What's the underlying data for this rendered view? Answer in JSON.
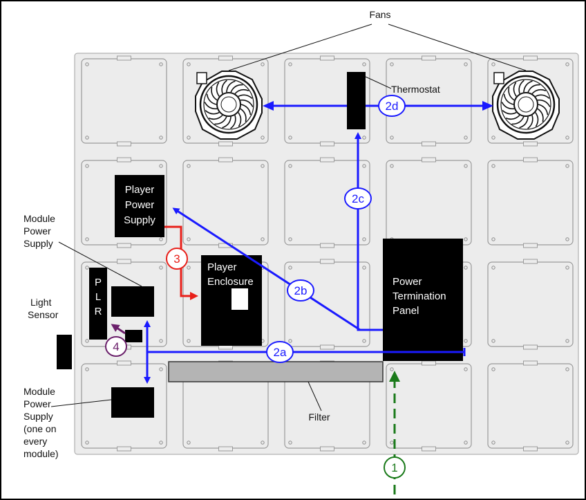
{
  "labels": {
    "fans": "Fans",
    "thermostat": "Thermostat",
    "player_power_supply": [
      "Player",
      "Power",
      "Supply"
    ],
    "player_enclosure": [
      "Player",
      "Enclosure"
    ],
    "power_termination_panel": [
      "Power",
      "Termination",
      "Panel"
    ],
    "module_power_supply_top": [
      "Module",
      "Power",
      "Supply"
    ],
    "plr": [
      "P",
      "L",
      "R"
    ],
    "light_sensor": [
      "Light",
      "Sensor"
    ],
    "module_power_supply_bottom": [
      "Module",
      "Power",
      "Supply",
      "(one on",
      "every",
      "module)"
    ],
    "filter": "Filter"
  },
  "badges": {
    "step_1": "1",
    "step_2a": "2a",
    "step_2b": "2b",
    "step_2c": "2c",
    "step_2d": "2d",
    "step_3": "3",
    "step_4": "4"
  },
  "colors": {
    "blue": "#1a1aff",
    "red": "#e8201a",
    "green": "#1a7a1a",
    "purple": "#6a1f6a",
    "panel_fill": "#ececec",
    "block": "#000000",
    "filter_fill": "#b4b4b4"
  }
}
